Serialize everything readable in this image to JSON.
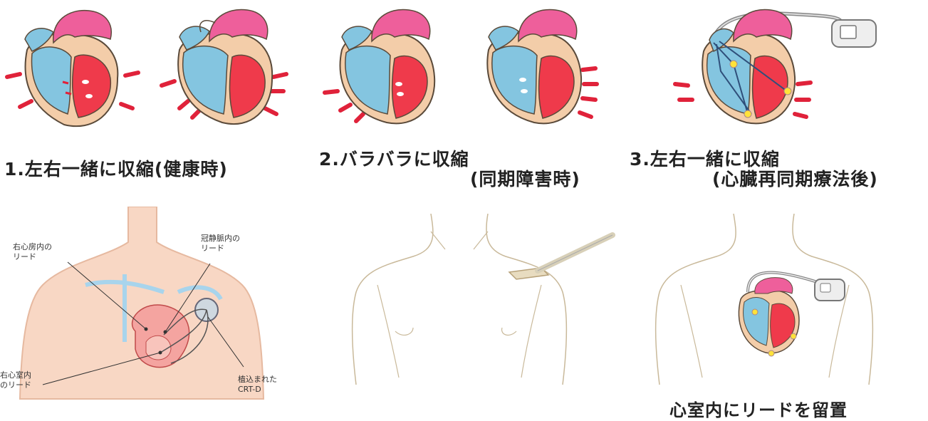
{
  "colors": {
    "pink": "#ee5f9b",
    "blue": "#84c5e0",
    "red": "#ef3a4b",
    "skin": "#f3cda9",
    "outline": "#5a4a3a",
    "arrow": "#e0223a",
    "lead": "#2f4f7a",
    "star": "#ffe23a",
    "line_art": "#c9b99a"
  },
  "captions": {
    "c1": "1.左右一緒に収縮(健康時)",
    "c2_line1": "2.バラバラに収縮",
    "c2_line2": "(同期障害時)",
    "c3_line1": "3.左右一緒に収縮",
    "c3_line2": "(心臓再同期療法後)",
    "c4": "心室内にリードを留置"
  },
  "anatomy_labels": {
    "ra_line1": "右心房内の",
    "ra_line2": "リード",
    "cs_line1": "冠静脈内の",
    "cs_line2": "リード",
    "rv_line1": "右心室内",
    "rv_line2": "のリード",
    "dev_line1": "植込まれた",
    "dev_line2": "CRT-D"
  }
}
